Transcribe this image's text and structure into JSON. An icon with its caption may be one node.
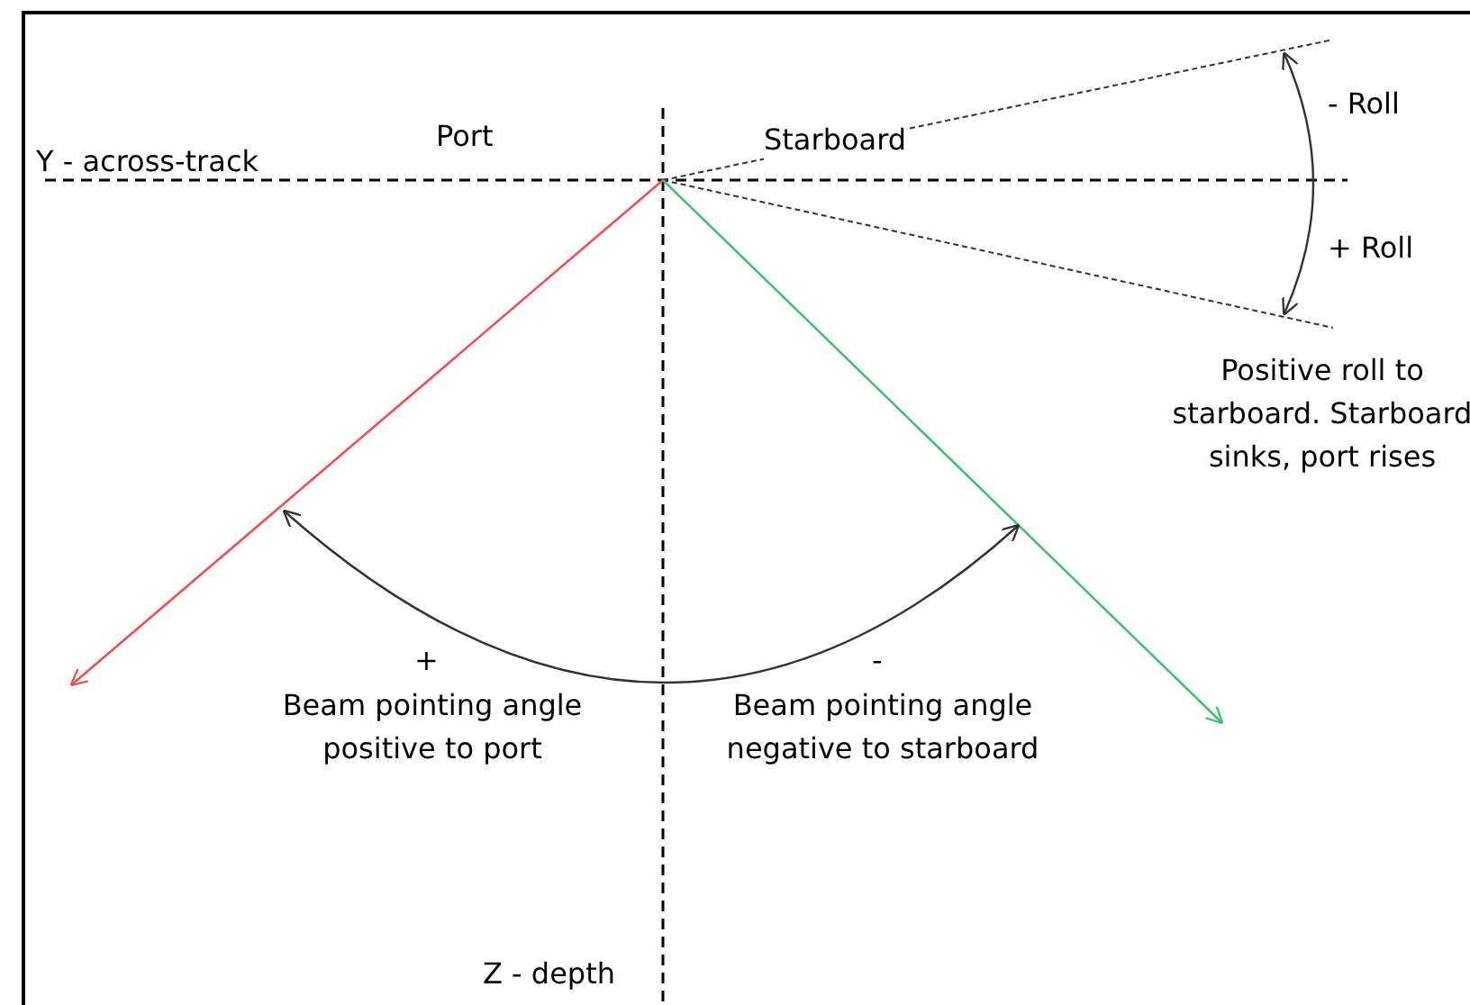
{
  "diagram": {
    "labels": [
      "- Roll",
      "Y - across-track",
      "Port",
      "Starboard",
      "+ Roll",
      "Positive roll to starboard. Starboard sinks, port rises",
      "+",
      "-",
      "Beam pointing angle positive to port",
      "Beam pointing angle negative to starboard",
      "Z - depth"
    ]
  }
}
